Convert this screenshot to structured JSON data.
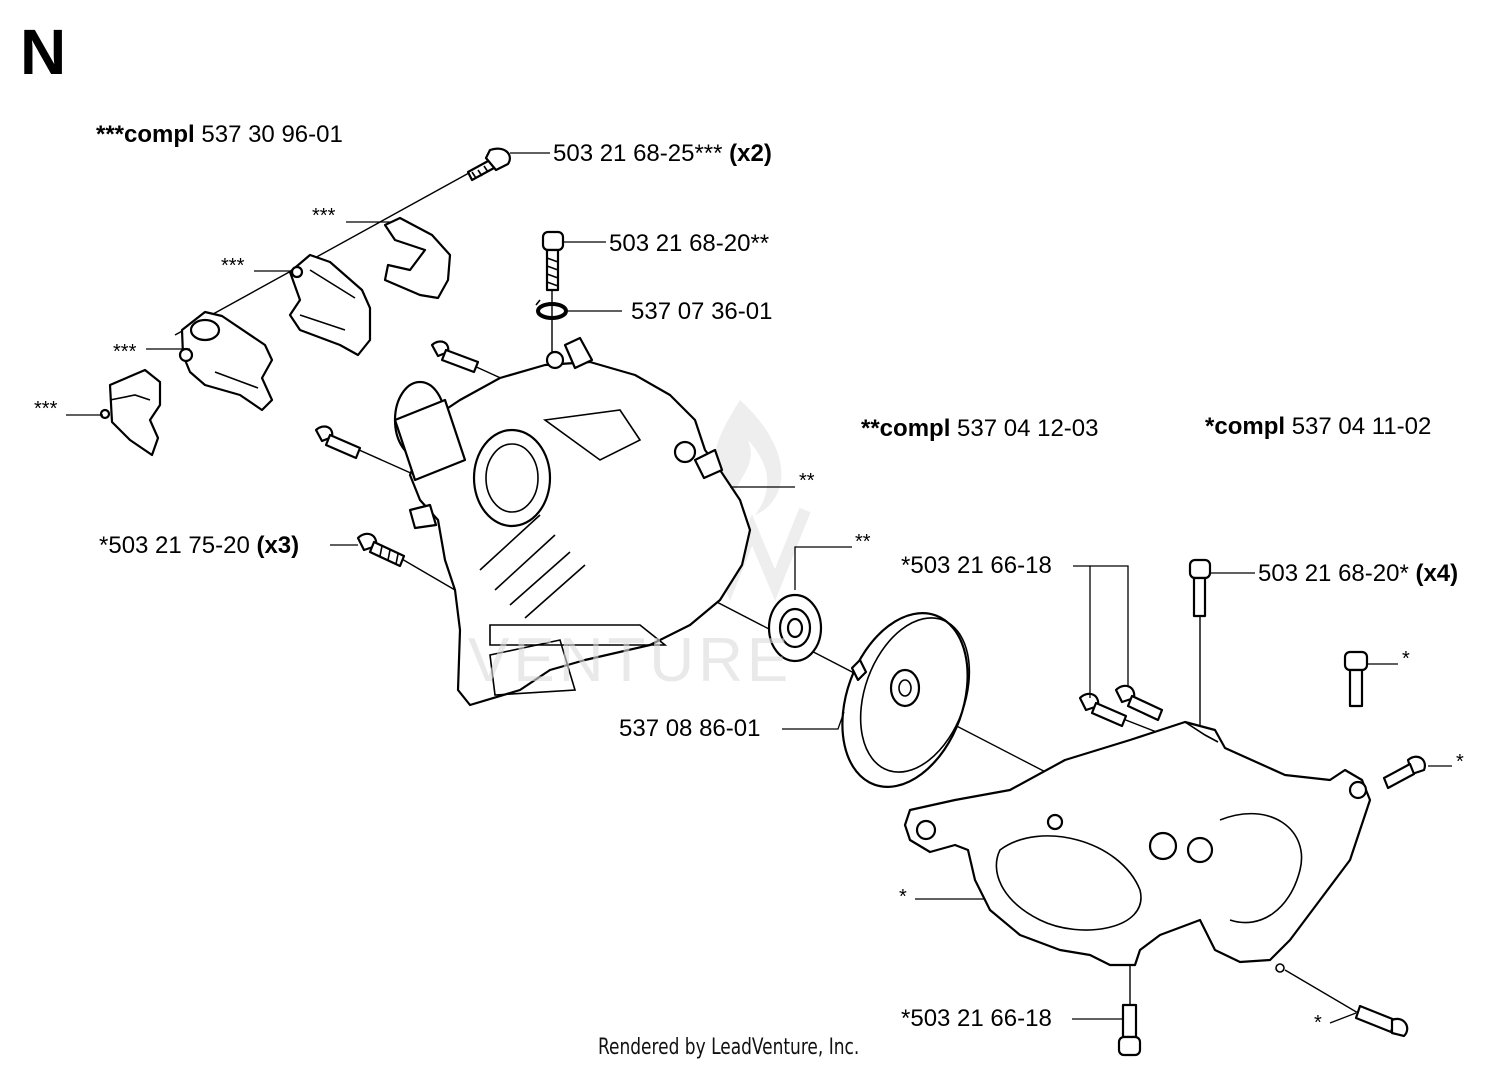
{
  "section_letter": "N",
  "footer": "Rendered by LeadVenture, Inc.",
  "watermark": {
    "text": "VENTURE",
    "color": "#dcdcdc"
  },
  "kits": {
    "k3": {
      "prefix": "***compl",
      "number": "537 30 96-01"
    },
    "k2": {
      "prefix": "**compl",
      "number": "537 04 12-03"
    },
    "k1": {
      "prefix": "*compl",
      "number": "537 04 11-02"
    }
  },
  "callouts": {
    "screw_503_21_68_25": {
      "number": "503 21 68-25***",
      "qty": "(x2)"
    },
    "screw_503_21_68_20_top": {
      "number": "503 21 68-20**"
    },
    "oring_537_07_36_01": {
      "number": "537 07 36-01"
    },
    "screw_503_21_75_20": {
      "number": "*503 21 75-20",
      "qty": "(x3)"
    },
    "screw_503_21_66_18_upper": {
      "number": "*503 21 66-18"
    },
    "screw_503_21_68_20_x4": {
      "number": "503 21 68-20*",
      "qty": "(x4)"
    },
    "flywheel_537_08_86_01": {
      "number": "537 08 86-01"
    },
    "screw_503_21_66_18_lower": {
      "number": "*503 21 66-18"
    }
  },
  "markers": {
    "m1": "***",
    "m2": "***",
    "m3": "***",
    "m4": "***",
    "m5": "**",
    "m6": "**",
    "m7": "*",
    "m8": "*",
    "m9": "*",
    "m10": "*"
  }
}
